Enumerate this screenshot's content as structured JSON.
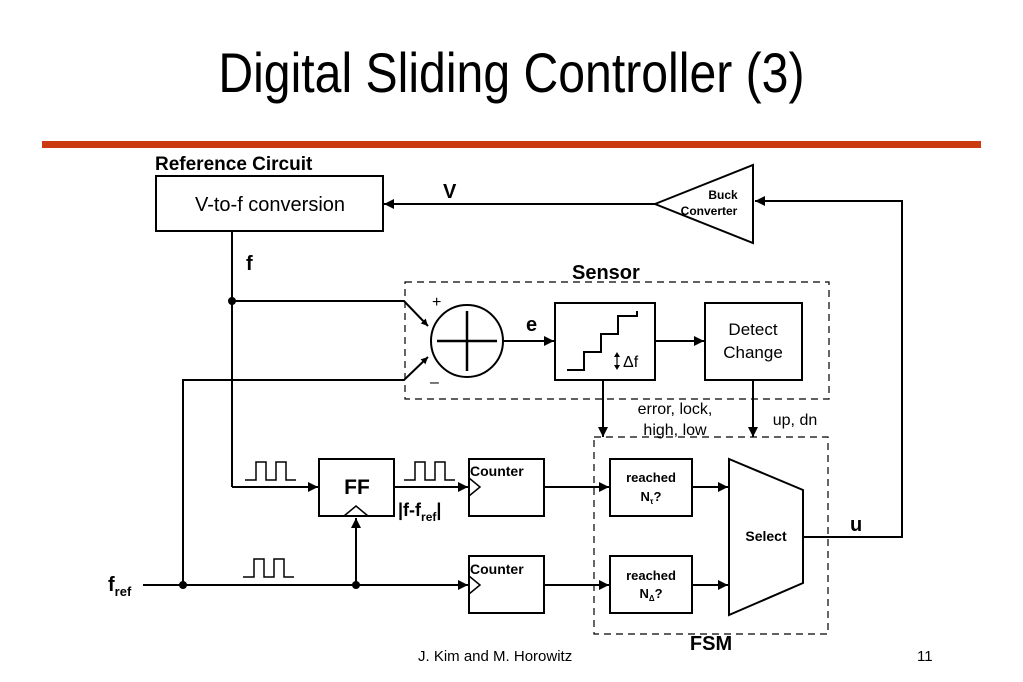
{
  "slide": {
    "title": "Digital Sliding Controller (3)",
    "accent_color": "#cc3a12",
    "footer_author": "J. Kim and M. Horowitz",
    "page_number": "11"
  },
  "diagram": {
    "reference_circuit_label": "Reference Circuit",
    "vtof_label": "V-to-f conversion",
    "v_label": "V",
    "buck_line1": "Buck",
    "buck_line2": "Converter",
    "f_label": "f",
    "sensor_label": "Sensor",
    "plus_sign": "+",
    "minus_sign": "–",
    "e_label": "e",
    "delta_f_label": "Δf",
    "detect_line1": "Detect",
    "detect_line2": "Change",
    "error_line1": "error, lock,",
    "error_line2": "high, low",
    "updn_label": "up, dn",
    "ff_label": "FF",
    "diff_main": "|f-f",
    "diff_sub": "ref",
    "diff_end": "|",
    "counter_top": "Counter",
    "counter_bottom": "Counter",
    "reached_top_line1": "reached",
    "reached_top_n": "N",
    "reached_top_sub": "τ",
    "reached_top_q": "?",
    "reached_bottom_line1": "reached",
    "reached_bottom_n": "N",
    "reached_bottom_sub": "Δ",
    "reached_bottom_q": "?",
    "select_label": "Select",
    "u_label": "u",
    "fref_main": "f",
    "fref_sub": "ref",
    "fsm_label": "FSM"
  }
}
